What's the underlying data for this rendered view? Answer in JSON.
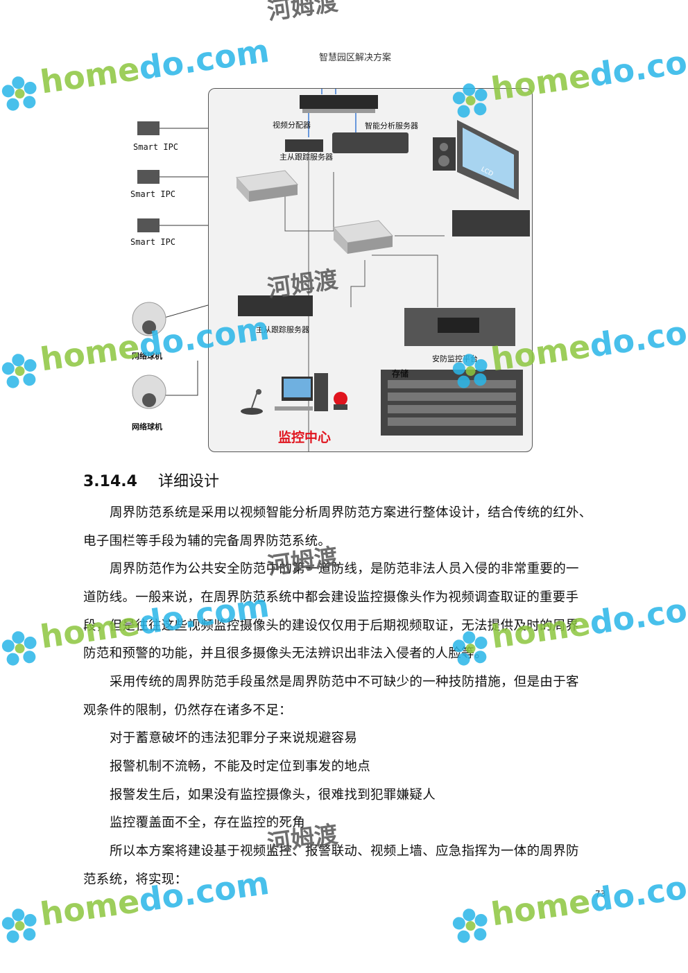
{
  "header": {
    "title": "智慧园区解决方案"
  },
  "diagram": {
    "labels": {
      "video_distributor": "视频分配器",
      "analysis_server": "智能分析服务器",
      "tracking_server_top": "主从跟踪服务器",
      "tracking_server_mid": "主从跟踪服务器",
      "ipc1": "Smart IPC",
      "ipc2": "Smart IPC",
      "ipc3": "Smart IPC",
      "dome1": "网络球机",
      "dome2": "网络球机",
      "platform": "安防监控平台",
      "storage": "存储",
      "monitor_center": "监控中心",
      "lcd": "LCD"
    }
  },
  "section": {
    "number": "3.14.4",
    "title": "详细设计"
  },
  "paragraphs": [
    {
      "lines": [
        "周界防范系统是采用以视频智能分析周界防范方案进行整体设计，结合传统的红外、",
        "电子围栏等手段为辅的完备周界防范系统。"
      ]
    },
    {
      "lines": [
        "周界防范作为公共安全防范中的第一道防线，是防范非法人员入侵的非常重要的一",
        "道防线。一般来说，在周界防范系统中都会建设监控摄像头作为视频调查取证的重要手",
        "段，但是往往这些视频监控摄像头的建设仅仅用于后期视频取证，无法提供及时的周界",
        "防范和预警的功能，并且很多摄像头无法辨识出非法入侵者的人脸等。"
      ]
    },
    {
      "lines": [
        "采用传统的周界防范手段虽然是周界防范中不可缺少的一种技防措施，但是由于客",
        "观条件的限制，仍然存在诸多不足："
      ]
    },
    {
      "lines": [
        "对于蓄意破坏的违法犯罪分子来说规避容易"
      ]
    },
    {
      "lines": [
        "报警机制不流畅，不能及时定位到事发的地点"
      ]
    },
    {
      "lines": [
        "报警发生后，如果没有监控摄像头，很难找到犯罪嫌疑人"
      ]
    },
    {
      "lines": [
        "监控覆盖面不全，存在监控的死角"
      ]
    },
    {
      "lines": [
        "所以本方案将建设基于视频监控、报警联动、视频上墙、应急指挥为一体的周界防",
        "范系统，将实现："
      ]
    }
  ],
  "page_number": "73",
  "watermark": {
    "latin_a": "home",
    "latin_b": "do.com",
    "chinese": "河姆渡"
  },
  "colors": {
    "watermark_green": "#8cc63f",
    "watermark_blue": "#29b6e8",
    "accent_red": "#e0141e"
  }
}
